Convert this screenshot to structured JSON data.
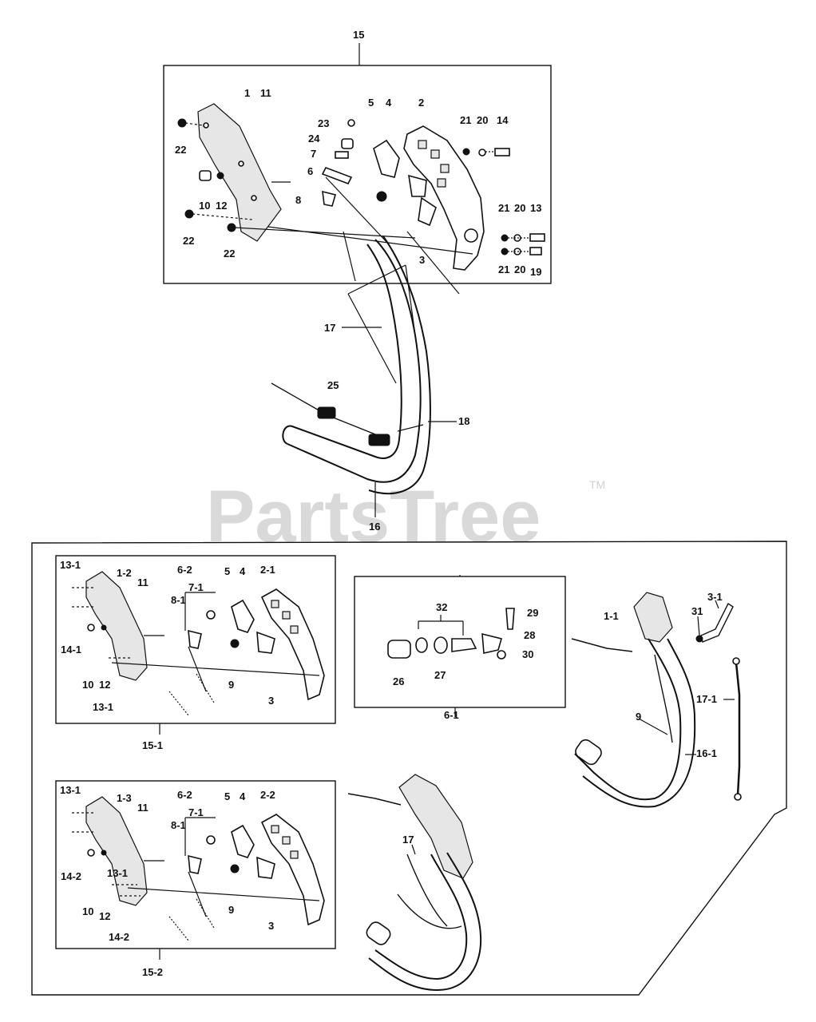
{
  "watermark": {
    "text": "PartsTree",
    "trademark": "TM"
  },
  "group_top": {
    "box_label": "15",
    "labels": {
      "p1": "1",
      "p11": "11",
      "p5": "5",
      "p4": "4",
      "p2": "2",
      "p23": "23",
      "p24": "24",
      "p7": "7",
      "p6": "6",
      "p8": "8",
      "p22a": "22",
      "p22b": "22",
      "p22c": "22",
      "p10": "10",
      "p12": "12",
      "p3": "3",
      "p21a": "21",
      "p20a": "20",
      "p14": "14",
      "p21b": "21",
      "p20b": "20",
      "p13": "13",
      "p21c": "21",
      "p20c": "20",
      "p19": "19"
    },
    "handle_labels": {
      "p17": "17",
      "p25": "25",
      "p18": "18",
      "p16": "16"
    }
  },
  "group_15_1": {
    "box_label": "15-1",
    "labels": {
      "p13_1a": "13-1",
      "p1_2": "1-2",
      "p6_2": "6-2",
      "p7_1": "7-1",
      "p11": "11",
      "p8_1": "8-1",
      "p5": "5",
      "p4": "4",
      "p2_1": "2-1",
      "p14_1": "14-1",
      "p10": "10",
      "p12": "12",
      "p13_1b": "13-1",
      "p9": "9",
      "p3": "3"
    }
  },
  "group_6_1": {
    "box_label": "6-1",
    "labels": {
      "p32": "32",
      "p29": "29",
      "p28": "28",
      "p30": "30",
      "p26": "26",
      "p27": "27"
    }
  },
  "group_right": {
    "labels": {
      "p1_1": "1-1",
      "p31": "31",
      "p3_1": "3-1",
      "p9": "9",
      "p16_1": "16-1",
      "p17_1": "17-1"
    }
  },
  "group_15_2": {
    "box_label": "15-2",
    "labels": {
      "p13_1a": "13-1",
      "p1_3": "1-3",
      "p6_2": "6-2",
      "p7_1": "7-1",
      "p11": "11",
      "p8_1": "8-1",
      "p5": "5",
      "p4": "4",
      "p2_2": "2-2",
      "p14_2a": "14-2",
      "p13_1b": "13-1",
      "p10": "10",
      "p12": "12",
      "p14_2b": "14-2",
      "p9": "9",
      "p3": "3"
    },
    "handle_labels": {
      "p17": "17"
    }
  }
}
